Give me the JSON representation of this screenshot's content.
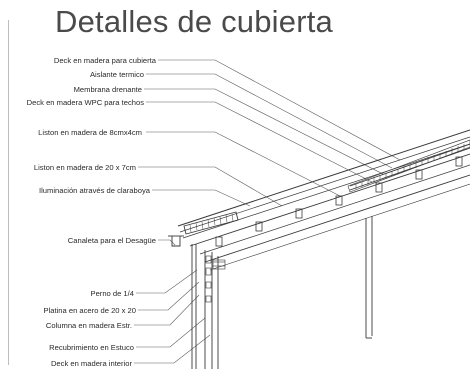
{
  "title": "Detalles de cubierta",
  "labels": [
    "Deck en madera para cubierta",
    "Aislante termico",
    "Membrana drenante",
    "Deck en madera WPC para techos",
    "Liston en madera de 8cmx4cm",
    "Liston en madera de 20 x 7cm",
    "Iluminación através de claraboya",
    "Canaleta para el Desagüe",
    "Perno de 1/4",
    "Platina en acero de 20 x 20",
    "Columna en madera Estr.",
    "Recubrimiento en Estuco",
    "Deck en madera interior"
  ],
  "colors": {
    "line": "#3a3a3a",
    "leader": "#5a5a5a",
    "title": "#4a4a4a"
  }
}
